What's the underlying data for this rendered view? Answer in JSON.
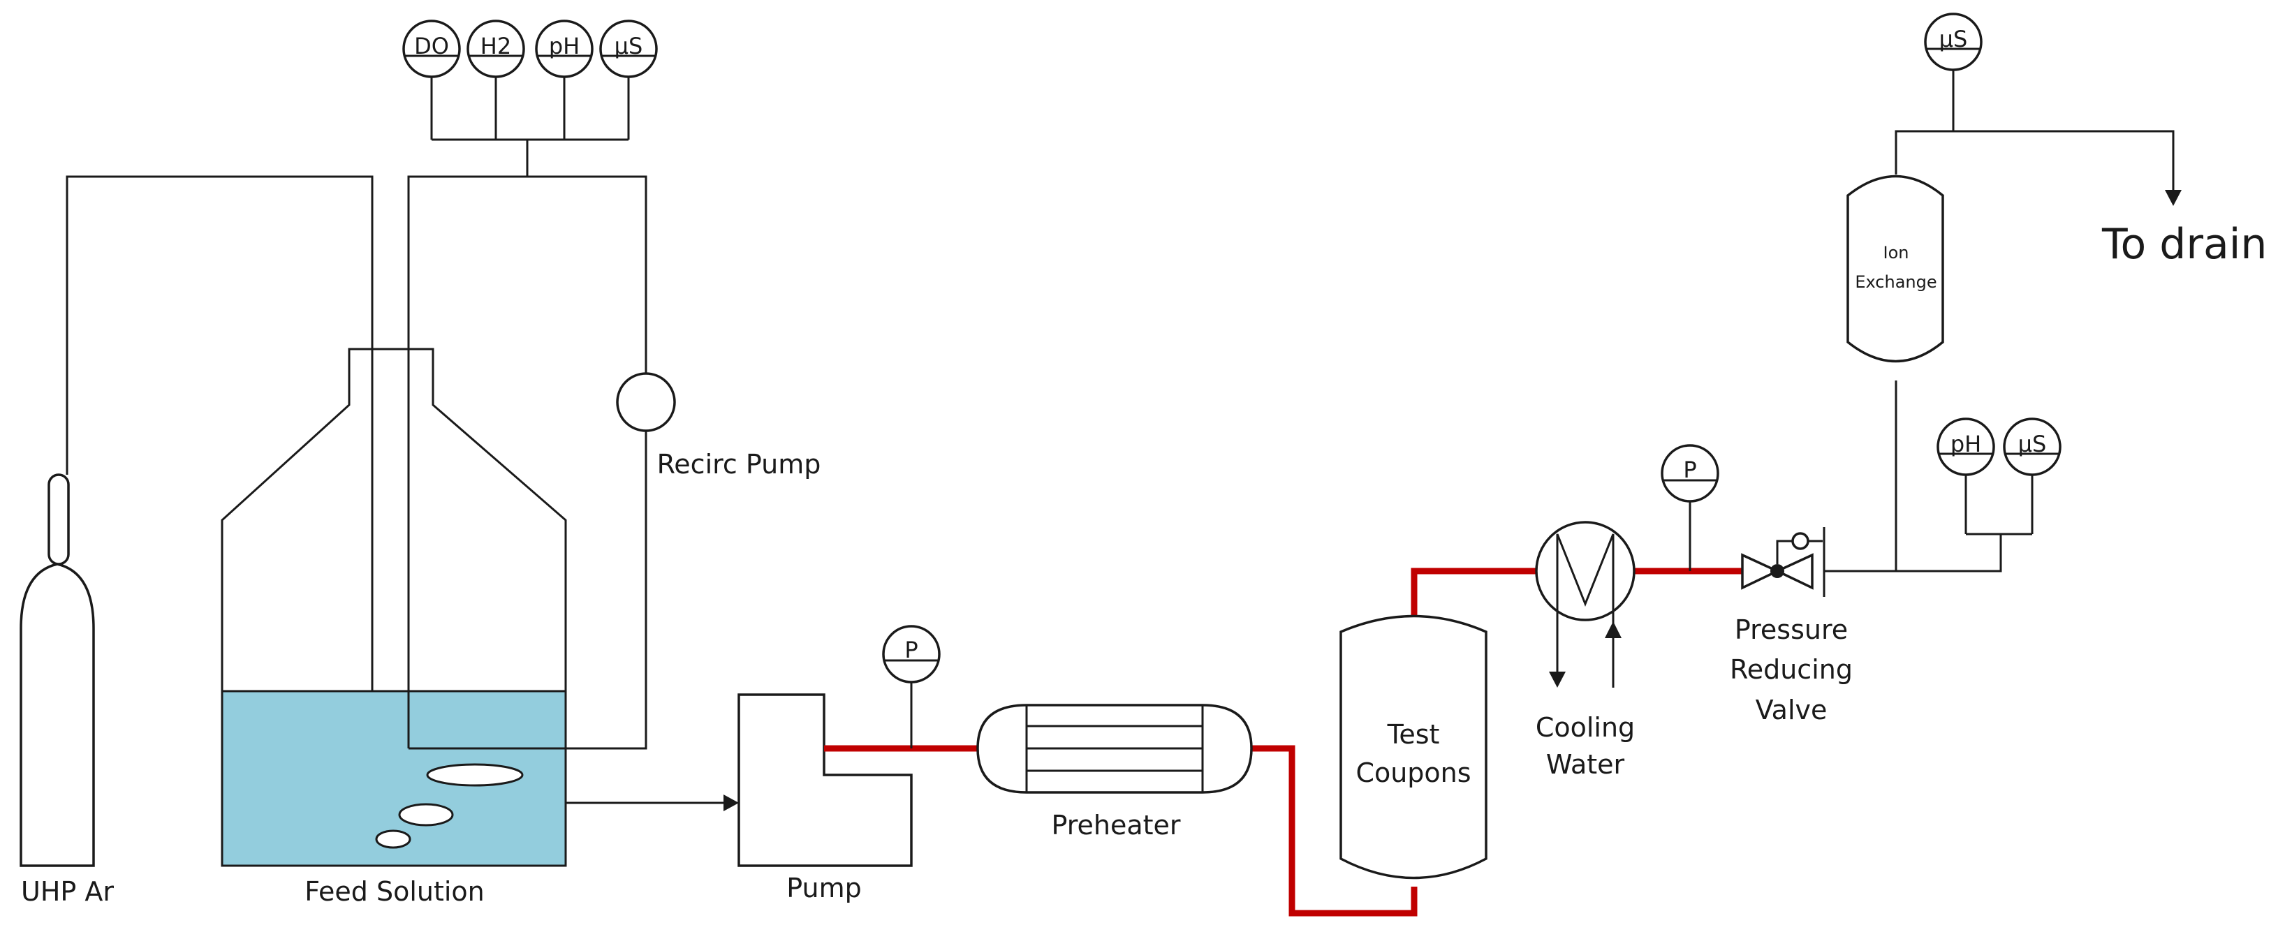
{
  "colors": {
    "line": "#1a1a1a",
    "hot_line": "#c00000",
    "solution": "#93cddd",
    "background": "#ffffff"
  },
  "instruments": {
    "feed_dissolved_oxygen": "DO",
    "feed_hydrogen": "H2",
    "feed_ph": "pH",
    "feed_conductivity": "µS",
    "pump_pressure": "P",
    "cooler_pressure": "P",
    "outlet_ph": "pH",
    "outlet_conductivity": "µS",
    "drain_conductivity": "µS"
  },
  "labels": {
    "uhp_ar": "UHP Ar",
    "feed_solution": "Feed Solution",
    "recirc_pump": "Recirc Pump",
    "pump": "Pump",
    "preheater": "Preheater",
    "test_coupons": [
      "Test",
      "Coupons"
    ],
    "cooling_water": [
      "Cooling",
      "Water"
    ],
    "pressure_reducing_valve": [
      "Pressure",
      "Reducing",
      "Valve"
    ],
    "ion_exchange": [
      "Ion",
      "Exchange"
    ],
    "to_drain": "To drain"
  }
}
